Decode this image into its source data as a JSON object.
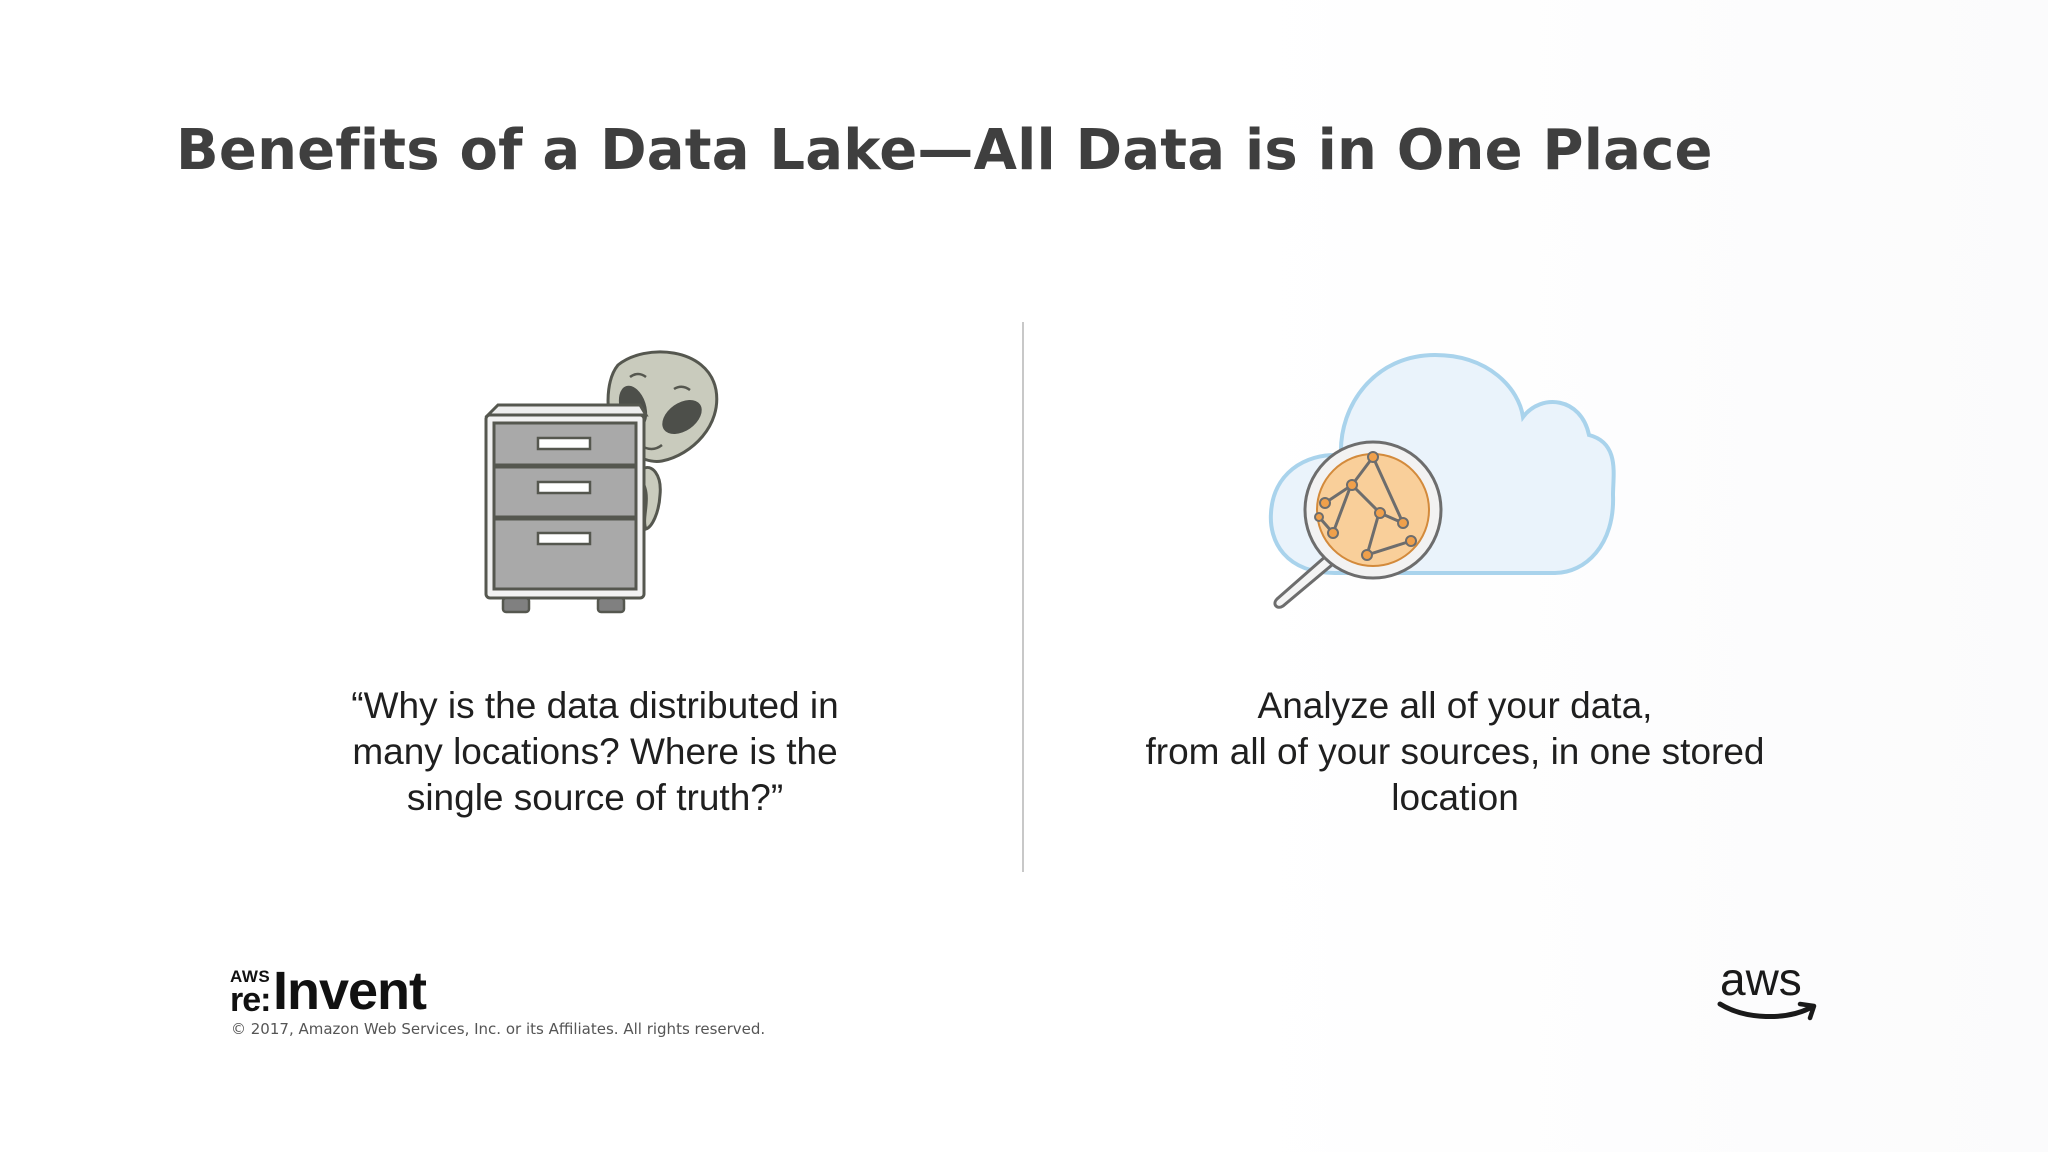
{
  "slide": {
    "title": "Benefits of a Data Lake—All Data is in One Place",
    "left": {
      "illustration": "alien-behind-filing-cabinet",
      "caption_lines": [
        "“Why is the data distributed in",
        "many locations? Where is the",
        "single source of truth?”"
      ]
    },
    "right": {
      "illustration": "cloud-with-magnifying-glass",
      "caption_lines": [
        "Analyze all of your data,",
        "from all of your sources, in one stored",
        "location"
      ]
    }
  },
  "footer": {
    "event_logo": {
      "aws": "AWS",
      "re": "re:",
      "invent": "Invent"
    },
    "copyright": "© 2017, Amazon Web Services, Inc. or its Affiliates. All rights reserved.",
    "brand_logo": "aws"
  },
  "colors": {
    "title": "#3f3f3f",
    "text": "#1f1f1f",
    "divider": "#c8c8c8",
    "cabinet": "#a9a9a9",
    "alien": "#c9cbbd",
    "cloud_fill": "#eaf3fb",
    "cloud_stroke": "#a9d3ec",
    "lens_fill": "#f9cf9a",
    "lens_accent": "#f0a04b",
    "aws_smile": "#1a1a1a"
  }
}
